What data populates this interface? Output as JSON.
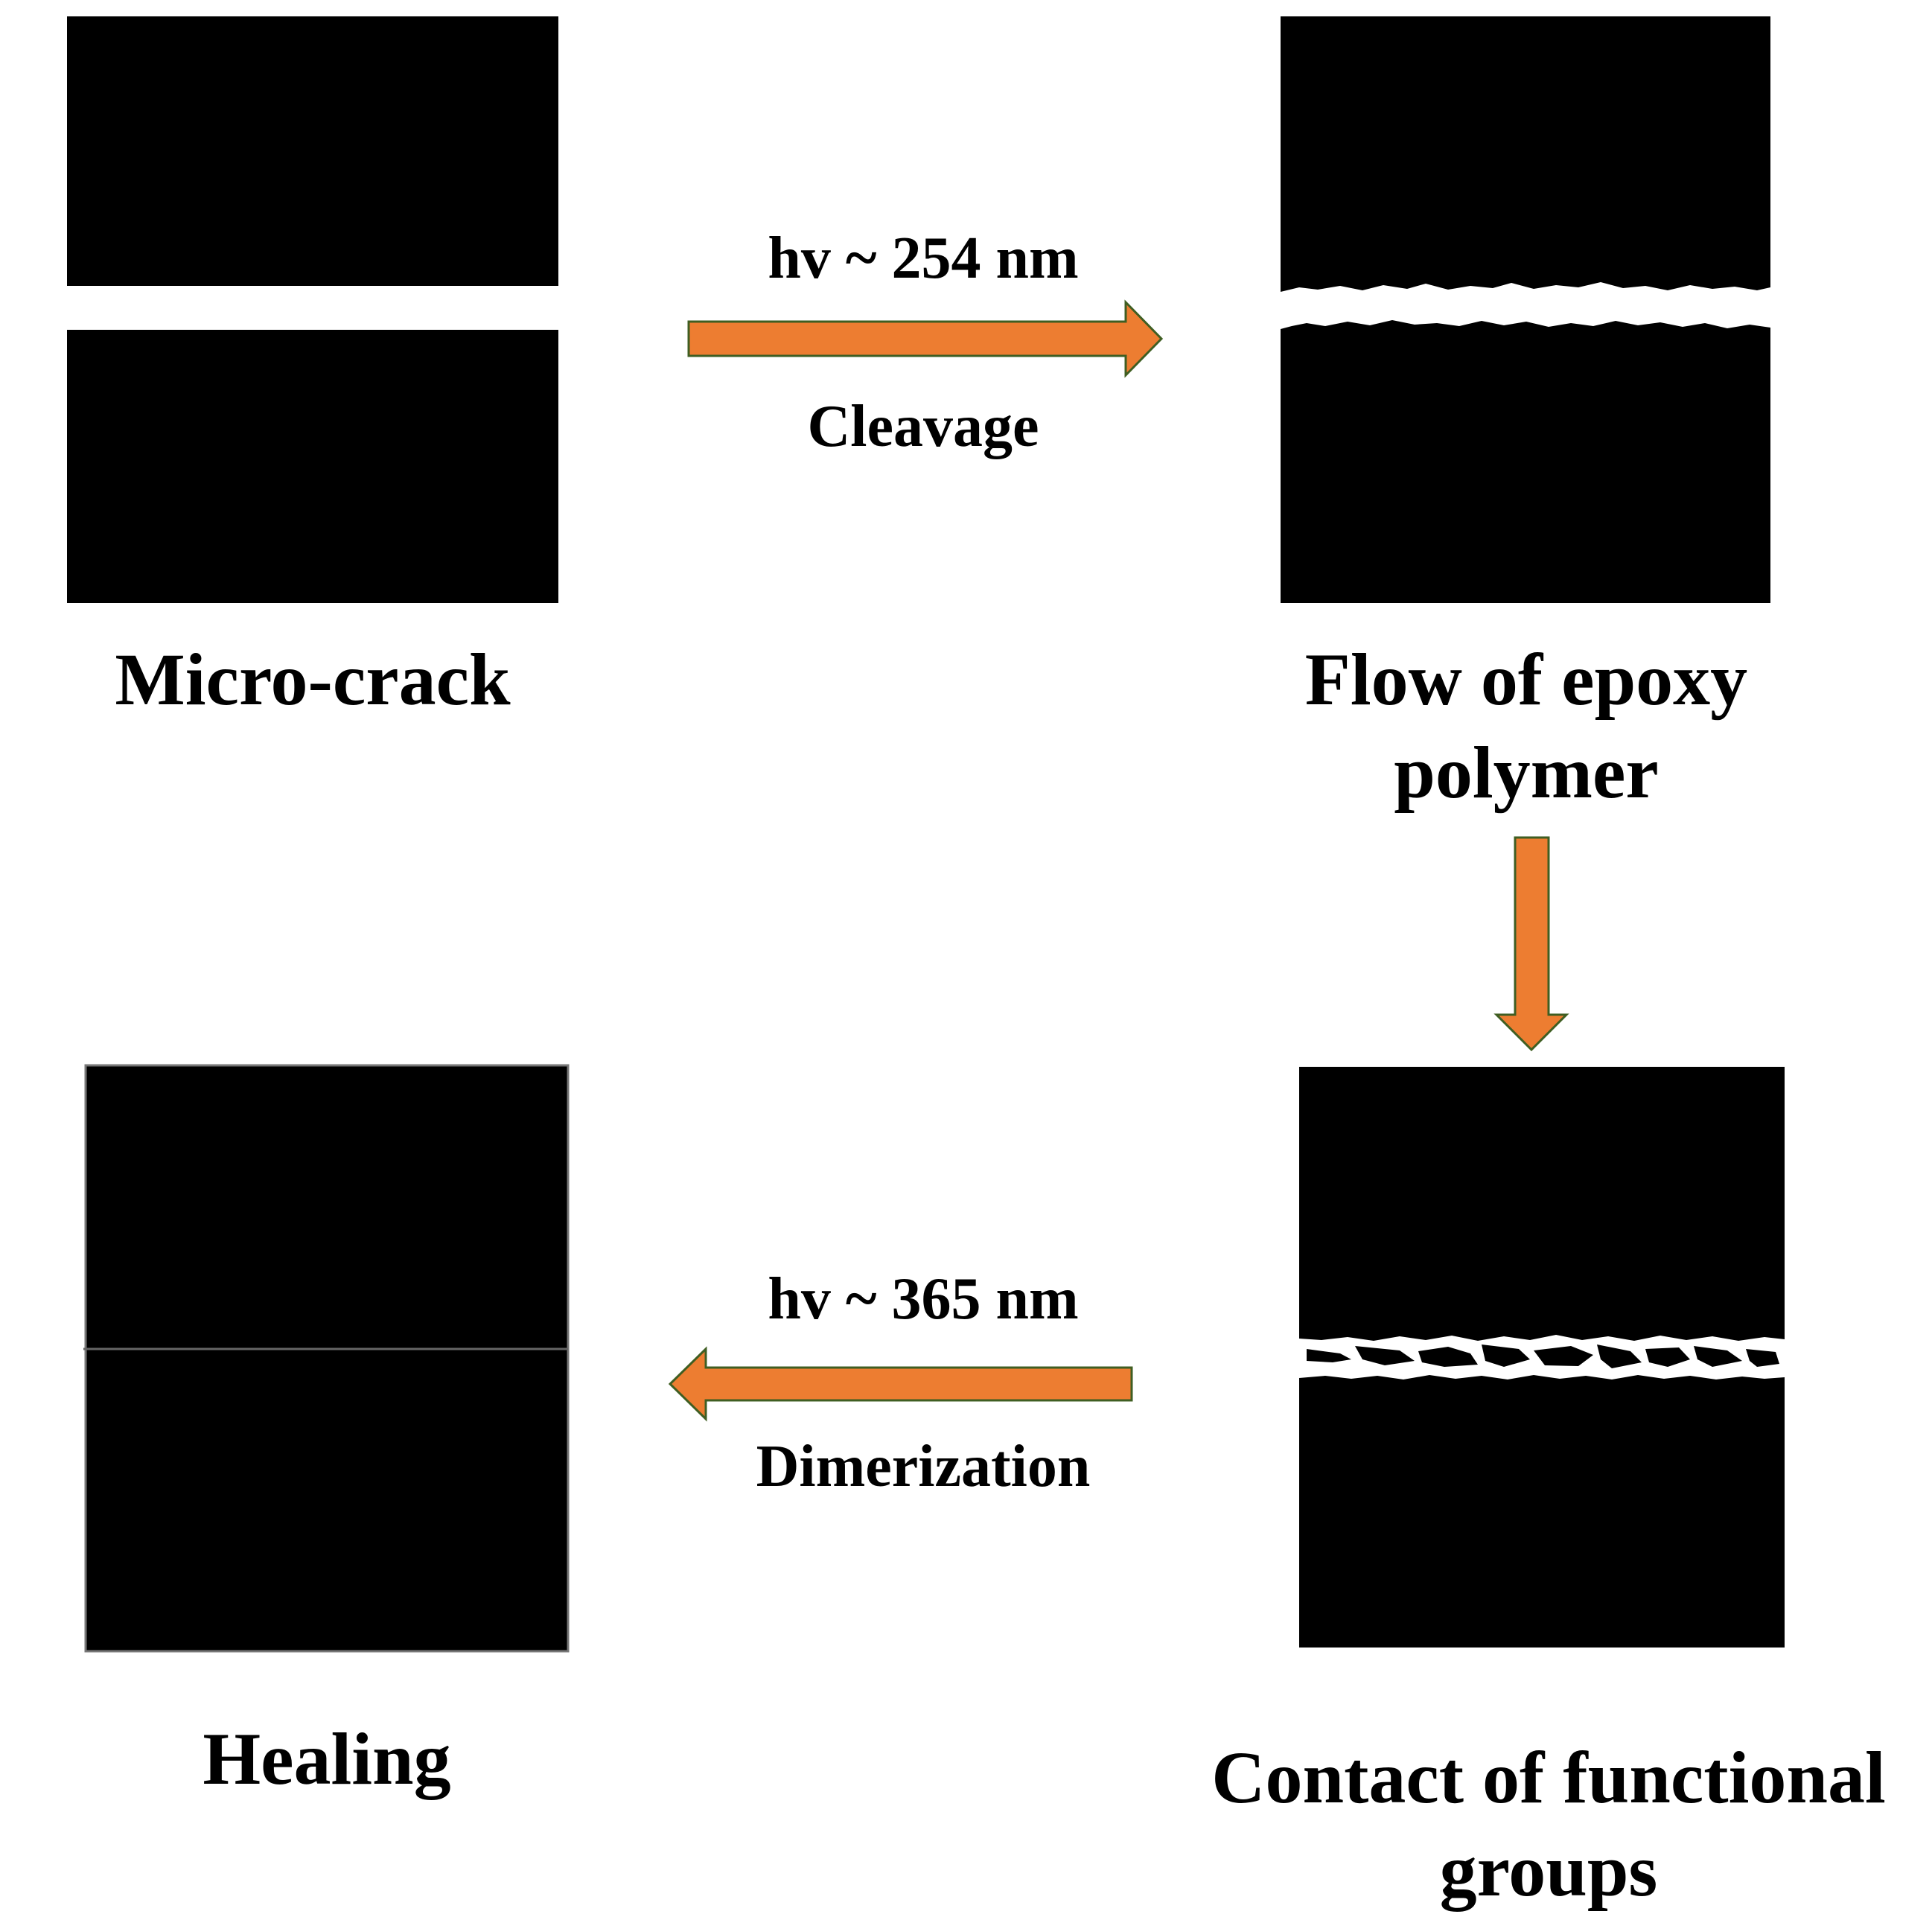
{
  "stages": [
    {
      "label_lines": [
        "Micro-crack"
      ]
    },
    {
      "label_lines": [
        "Flow of epoxy",
        "polymer"
      ]
    },
    {
      "label_lines": [
        "Contact of functional",
        "groups"
      ]
    },
    {
      "label_lines": [
        "Healing"
      ]
    }
  ],
  "arrows": [
    {
      "top_label": "hv ~ 254 nm",
      "bottom_label": "Cleavage"
    },
    {
      "top_label": "",
      "bottom_label": ""
    },
    {
      "top_label": "hv ~ 365 nm",
      "bottom_label": "Dimerization"
    }
  ],
  "colors": {
    "arrow_fill": "#ED7D31",
    "arrow_stroke": "#3F5E22",
    "block": "#000000",
    "crack": "#FFFFFF"
  }
}
